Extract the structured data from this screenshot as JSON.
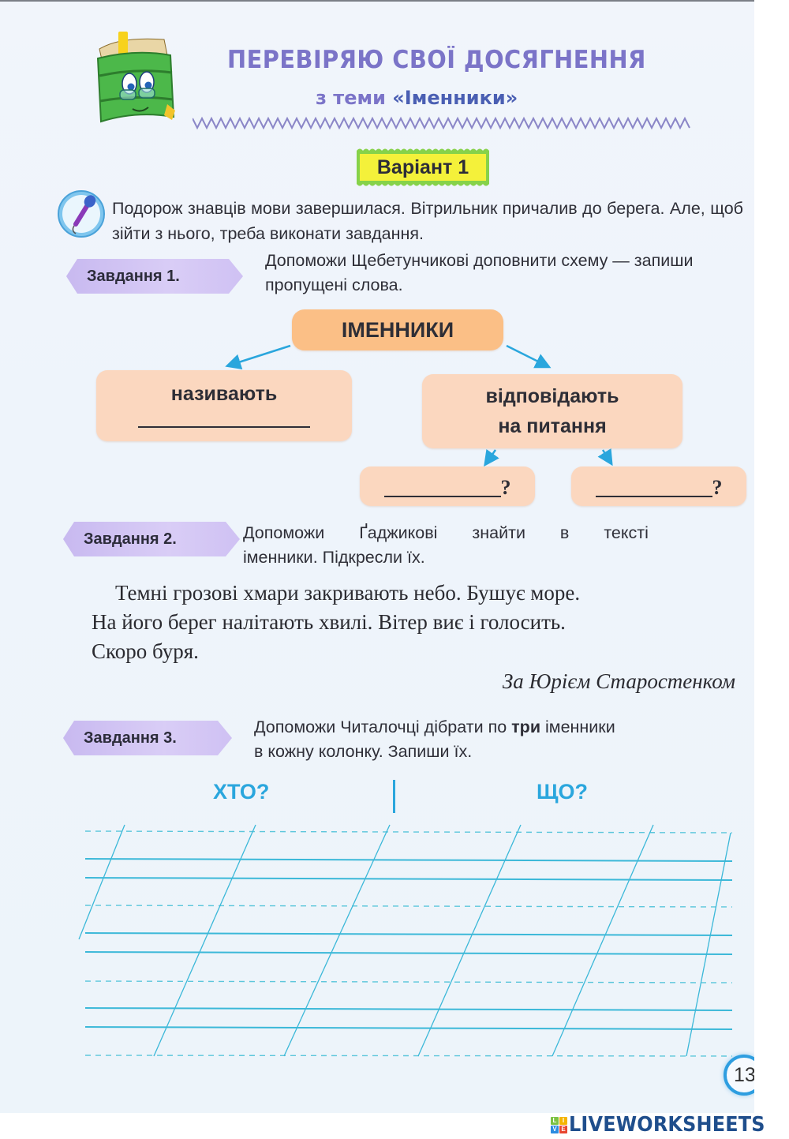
{
  "header": {
    "title": "ПЕРЕВІРЯЮ СВОЇ ДОСЯГНЕННЯ",
    "subtitle_prefix": "з теми ",
    "subtitle_topic": "«Іменники»",
    "mascot_icon": "book-mascot-icon"
  },
  "variant": {
    "label": "Варіант 1"
  },
  "intro": {
    "icon": "microphone-icon",
    "text": "Подорож знавців мови завершилася. Вітрильник причалив до берега. Але, щоб зійти з нього, треба виконати завдання."
  },
  "task1": {
    "badge": "Завдання 1.",
    "instruction": "Допоможи Щебетунчикові доповнити схему — запиши пропущені слова.",
    "scheme": {
      "root": "ІМЕННИКИ",
      "left_node": "називають",
      "left_blank": "",
      "right_node_line1": "відповідають",
      "right_node_line2": "на питання",
      "sub_left_blank": "",
      "sub_left_suffix": "?",
      "sub_right_blank": "",
      "sub_right_suffix": "?",
      "arrow_color": "#2aa6dd",
      "node_color": "#fbd7bf",
      "root_color": "#fbbf86"
    }
  },
  "task2": {
    "badge": "Завдання 2.",
    "instruction_line1": "Допоможи Ґаджикові знайти в тексті",
    "instruction_line2": "іменники. Підкресли їх.",
    "text_line1": "Темні грозові хмари закривають небо. Бушує море.",
    "text_line2": "На його берег налітають хвилі. Вітер виє і голосить.",
    "text_line3": "Скоро буря.",
    "author": "За Юрієм Старостенком"
  },
  "task3": {
    "badge": "Завдання 3.",
    "instruction_part1": "Допоможи Читалочці дібрати по ",
    "instruction_bold": "три",
    "instruction_part2": " іменники",
    "instruction_line2": "в кожну колонку. Запиши їх.",
    "column_who": "ХТО?",
    "column_what": "ЩО?",
    "line_color": "#3bb8d8"
  },
  "page_number": "13",
  "footer": {
    "logo_text": "LIVEWORKSHEETS",
    "logo_letters": [
      "L",
      "I",
      "V",
      "E"
    ],
    "logo_colors": [
      "#7cc242",
      "#f5b400",
      "#2b8be0",
      "#e8452f"
    ]
  }
}
